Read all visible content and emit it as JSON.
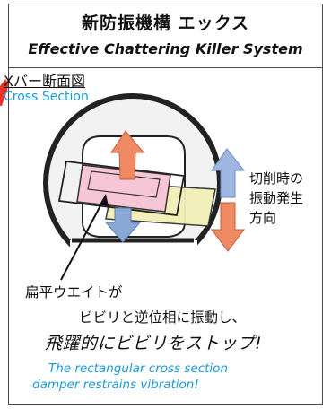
{
  "header": {
    "title_jp": "新防振機構 エックス",
    "title_en": "Effective Chattering Killer System"
  },
  "caption": {
    "jp": "Xバー断面図",
    "en": "Cross Section"
  },
  "direction_label": [
    "切削時の",
    "振動発生",
    "方向"
  ],
  "notes": {
    "line1": "扁平ウエイトが",
    "line2": "ビビリと逆位相に振動し、",
    "line3": "飛躍的にビビリをストップ!"
  },
  "english_note": {
    "line1": "The rectangular cross section",
    "line2": "damper restrains vibration!"
  },
  "colors": {
    "accent_blue": "#1a9ad6",
    "arrow_orange": "#f08a64",
    "arrow_blue": "#8aa8d6",
    "damper_pink": "#f7c6d6",
    "damper_yellow": "#f3efb8",
    "red_marker": "#e8322a"
  }
}
